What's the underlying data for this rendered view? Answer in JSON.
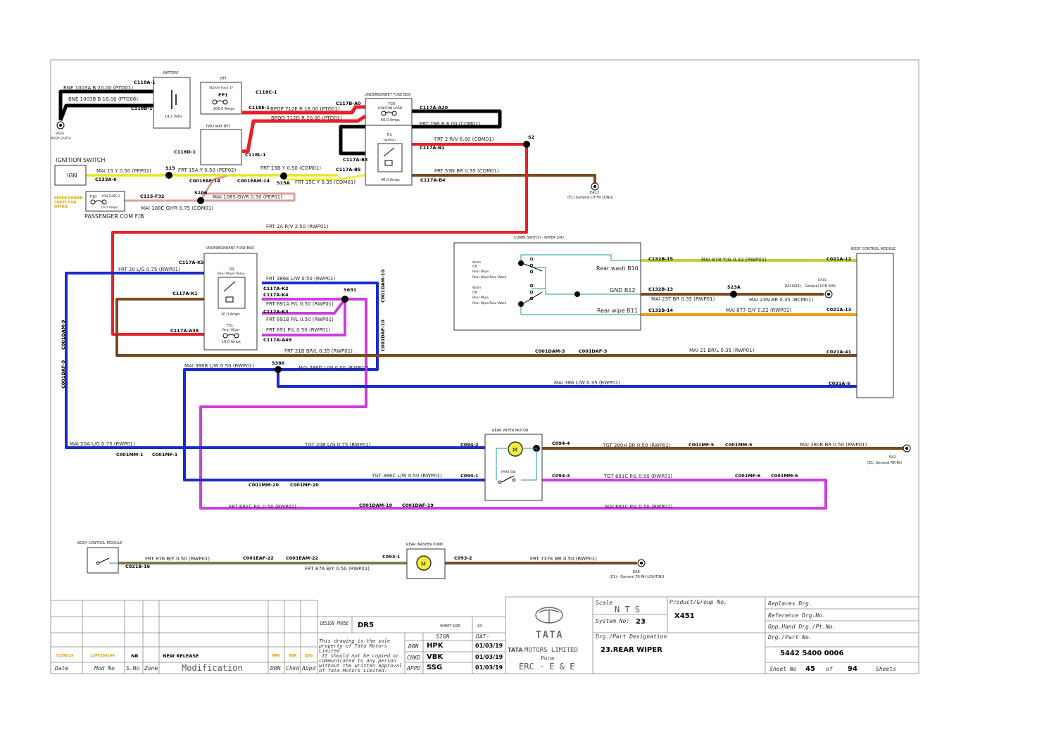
{
  "components": {
    "battery": {
      "title": "BATTERY",
      "volts": "14.2 Volts"
    },
    "bft": {
      "title": "BFT",
      "sub": "Starter Fuse 1F",
      "id": "FP1",
      "amps": "200.0 Amps"
    },
    "two_way_bft": {
      "title": "TWO WAY BFT"
    },
    "ufb_top": {
      "title": "UNDERBONNET FUSE BOX",
      "fuse_id": "F20",
      "fuse_name": "IGNITION LOAD",
      "fuse_amps": "60.0 Amps",
      "relay_id": "R1",
      "relay_name": "Ignition",
      "relay_amps": "40.0 Amps"
    },
    "ignition_switch": {
      "title": "IGNITION SWITCH",
      "label": "IGN"
    },
    "passenger_fb": {
      "fuse_id": "F10",
      "fuse_name": "IGN FUSE 2",
      "amps": "10.0 Amps",
      "caption": "PASSENGER COM F/B"
    },
    "refer_note": [
      "REFER POWER",
      "SHEET FOR",
      "DETAIL"
    ],
    "ufb_mid": {
      "title": "UNDERBONNENT FUSE BOX",
      "relay_id": "R9",
      "relay_name": "Rear Wiper Relay",
      "relay_amps": "20.0 Amps",
      "fuse_id": "F31",
      "fuse_name": "Rear Wiper",
      "fuse_amps": "10.0 Amps"
    },
    "combi_switch": {
      "title": "COMBI SWITCH - WIPER LHD",
      "states_a": [
        "Wash",
        "Off",
        "Rear Wipe",
        "Rear Wipe/Rear Wash"
      ],
      "states_b": [
        "Wash",
        "Off",
        "Rear Wipe",
        "Rear Wipe/Rear Wash"
      ],
      "pins": [
        "Rear wash B10",
        "GND B12",
        "Rear wipe B11"
      ]
    },
    "bcm_right": {
      "title": "BODY CONTROL MODULE"
    },
    "rear_wiper_motor": {
      "title": "REAR WIPER MOTOR",
      "motor": "M",
      "park": "PARK SW"
    },
    "bcm_bottom": {
      "title": "BODY CONTROL MODULE"
    },
    "rear_washer_pump": {
      "title": "REAR WASHER PUMP",
      "motor": "M"
    }
  },
  "grounds": {
    "ba": {
      "id": "BA3A",
      "name": "BODY EARTH"
    },
    "ea12": {
      "id": "EA12",
      "name": "(E1) General LH FR LONGI"
    },
    "ea10": {
      "id": "EA10",
      "name": "EA10(E1) - General CCB RHS"
    },
    "ea2": {
      "id": "EA2",
      "name": "(E1) General RR RH"
    },
    "ea8": {
      "id": "EA8",
      "name": "(E1) - General FR RH LIGHTING"
    }
  },
  "wires": {
    "w1": "BNE  1003A  B  20.00  (PTD01)",
    "w2": "BNE  1003B  B  16.00  (PTG06)",
    "w3": "BPOP  712E  R  16.00  (PTG01)",
    "w4": "BPOD  712D  R  20.00  (PTD01)",
    "w5": "FRT  76B  B  6.00  (COM01)",
    "w6": "FRT  2  R/V  6.00  (COM01)",
    "w7": "MAI  15  Y  0.50  (PEP02)",
    "w8": "FRT  15A  Y  0.50  (PEP02)",
    "w9": "FRT  15B  Y  0.50  (COM01)",
    "w10": "FRT  15C  Y  0.35  (COM01)",
    "w11": "FRT  53N  BR  0.35  (COM01)",
    "w12": "MAI  108S  GY/R  0.50  (PEP01)",
    "w13": "MAI  108C  GY/R  0.75  (COM01)",
    "w14": "FRT  2A  R/V  2.50  (RWP01)",
    "w15": "FRT  20  L/G  0.75  (RWP01)",
    "w16": "FRT  386E  L/W  0.50  (RWP01)",
    "w17": "FRT  691A  P/L  0.50  (RWP01)",
    "w18": "FRT  691B  P/L  0.50  (RWP01)",
    "w19": "FRT  691  P/L  0.50  (RWP01)",
    "w20": "FRT  21B  BR/L  0.35  (RWP01)",
    "w21": "MAI  21  BR/L  0.35  (RWP01)",
    "w22": "MAI  386B  L/W  0.50  (RWP01)",
    "w23": "MAI  386D  L/W  0.50  (RWP01)",
    "w24": "MAI  386  L/W  0.35  (RWP01)",
    "w25": "MAI  878  Y/G  0.22  (RWP01)",
    "w26": "MAI  23T  BR  0.35  (RWP01)",
    "w27": "MAI  23N  BR  0.35  (BCM01)",
    "w28": "MAI  877  O/Y  0.22  (RWP01)",
    "w29": "MAI  20A  L/G  0.75  (RWP01)",
    "w30": "TGT  20B  L/G  0.75  (RWP01)",
    "w31": "TGT  280H  BR  0.50  (RWP01)",
    "w32": "MAI  280R  BR  0.50  (RWP01)",
    "w33": "TGT  386C  L/W  0.50  (RWP01)",
    "w34": "TGT  691C  P/L  0.50  (RWP01)",
    "w35": "FRT  691C  P/L  0.50  (RWP01)",
    "w36": "MAI  691C  P/L  0.50  (RWP01)",
    "w37": "FRT  876  B/Y  0.50  (RWP01)",
    "w38": "FRT  876  B/Y  0.50  (RWP01)",
    "w39": "FRT  737K  BR  0.50  (RWP01)"
  },
  "connectors": {
    "c1": "C118A-1",
    "c2": "C118B-1",
    "c3": "C118C-1",
    "c4": "C118E-1",
    "c5": "C118D-1",
    "c6": "C118L-1",
    "c7": "C117B-A0",
    "c8": "C117A-A20",
    "c9": "C117A-B1",
    "c10": "C117A-B3",
    "c11": "C117A-B5",
    "c12": "C117A-B4",
    "c13": "S2",
    "c14": "S15",
    "c15": "C133A-6",
    "c16": "C001EAF-14",
    "c17": "C001EAM-14",
    "c18": "S15A",
    "c19": "C115-F32",
    "c20": "S106",
    "c21": "C117A-K5",
    "c22": "C117A-K1",
    "c23": "C117A-K2",
    "c24": "C117A-K4",
    "c25": "C117A-K3",
    "c26": "C117A-A38",
    "c27": "C117A-A49",
    "c28": "S691",
    "c29": "C001DAM-10",
    "c30": "C001DAF-10",
    "c31": "C001DAM-9",
    "c32": "C001DAF-9",
    "c33": "C001DAM-3",
    "c34": "C001DAF-3",
    "c35": "C021A-41",
    "c36": "S386",
    "c37": "C021A-5",
    "c38": "C132B-15",
    "c39": "C021A-12",
    "c40": "C132B-13",
    "c41": "S23A",
    "c42": "C132B-14",
    "c43": "C021A-13",
    "c44": "C001MM-1",
    "c45": "C001MF-1",
    "c46": "C094-2",
    "c47": "C094-4",
    "c48": "C001MF-5",
    "c49": "C001MM-5",
    "c50": "C001MM-20",
    "c51": "C001MF-20",
    "c52": "C094-1",
    "c53": "C094-3",
    "c54": "C001MF-6",
    "c55": "C001MM-6",
    "c56": "C001DAM-19",
    "c57": "C001DAF-19",
    "c58": "C021B-16",
    "c59": "C001EAF-22",
    "c60": "C001EAM-22",
    "c61": "C093-1",
    "c62": "C093-2"
  },
  "title_block": {
    "rev_row": {
      "date": "01/03/19",
      "mod": "13PF266144",
      "sno": "NR",
      "zone": "",
      "modification": "NEW RELEASE",
      "drn": "HPK",
      "chkd": "VBK",
      "appd": "SSG"
    },
    "rev_headers": {
      "date": "Date",
      "mod": "Mod No",
      "sno": "S.No",
      "zone": "Zone",
      "modification": "Modification",
      "drn": "DRN",
      "chkd": "Chkd",
      "appd": "Appd"
    },
    "design_phase_label": "DESIGN PHASE",
    "design_phase": "DR5",
    "sheet_size_label": "SHEET SIZE",
    "sheet_size": "A3",
    "sign_label": "SIGN",
    "date_label": "DAT-",
    "notice": [
      "This drawing is the sole",
      "property of Tata Motors",
      "Limited.",
      "It should not be copied or",
      "communicated to any person",
      "without the written approval",
      "of Tata Motors Limited."
    ],
    "drn_label": "DRN",
    "drn": "HPK",
    "drn_date": "01/03/19",
    "chkd_label": "CHKD",
    "chkd": "VBK",
    "chkd_date": "01/03/19",
    "appd_label": "APPD",
    "appd": "SSG",
    "appd_date": "01/03/19",
    "logo_word": "TATA",
    "company_bold": "TATA",
    "company": "MOTORS LIMITED",
    "city": "Pune",
    "dept": "ERC - E & E",
    "scale_label": "Scale",
    "scale": "N T S",
    "system_label": "System No:",
    "system": "23",
    "product_label": "Product/Group No.",
    "product": "X451",
    "part_designation_label": "Drg./Part Designation",
    "part_designation": "23.REAR WIPER",
    "replaces_label": "Replaces Drg.",
    "reference_label": "Reference Drg.No.",
    "opp_label": "Opp.Hand Drg./Pt.No.",
    "part_no_label": "Drg./Part No.",
    "part_no": "5442 5400 0006",
    "sheet_label": "Sheet No",
    "sheet": "45",
    "of_label": "of",
    "sheets_total": "94",
    "sheets_label": "Sheets"
  },
  "colors": {
    "black": "#000000",
    "red": "#e8202a",
    "yellow": "#f2ee3a",
    "brown": "#7a4a1e",
    "blue": "#1a2cc8",
    "magenta": "#cc3ee0",
    "pink": "#d8a0a0",
    "green": "#b9d63c",
    "orange": "#f29b1c",
    "olive": "#7e7a48",
    "teal": "#1a9a9a"
  }
}
